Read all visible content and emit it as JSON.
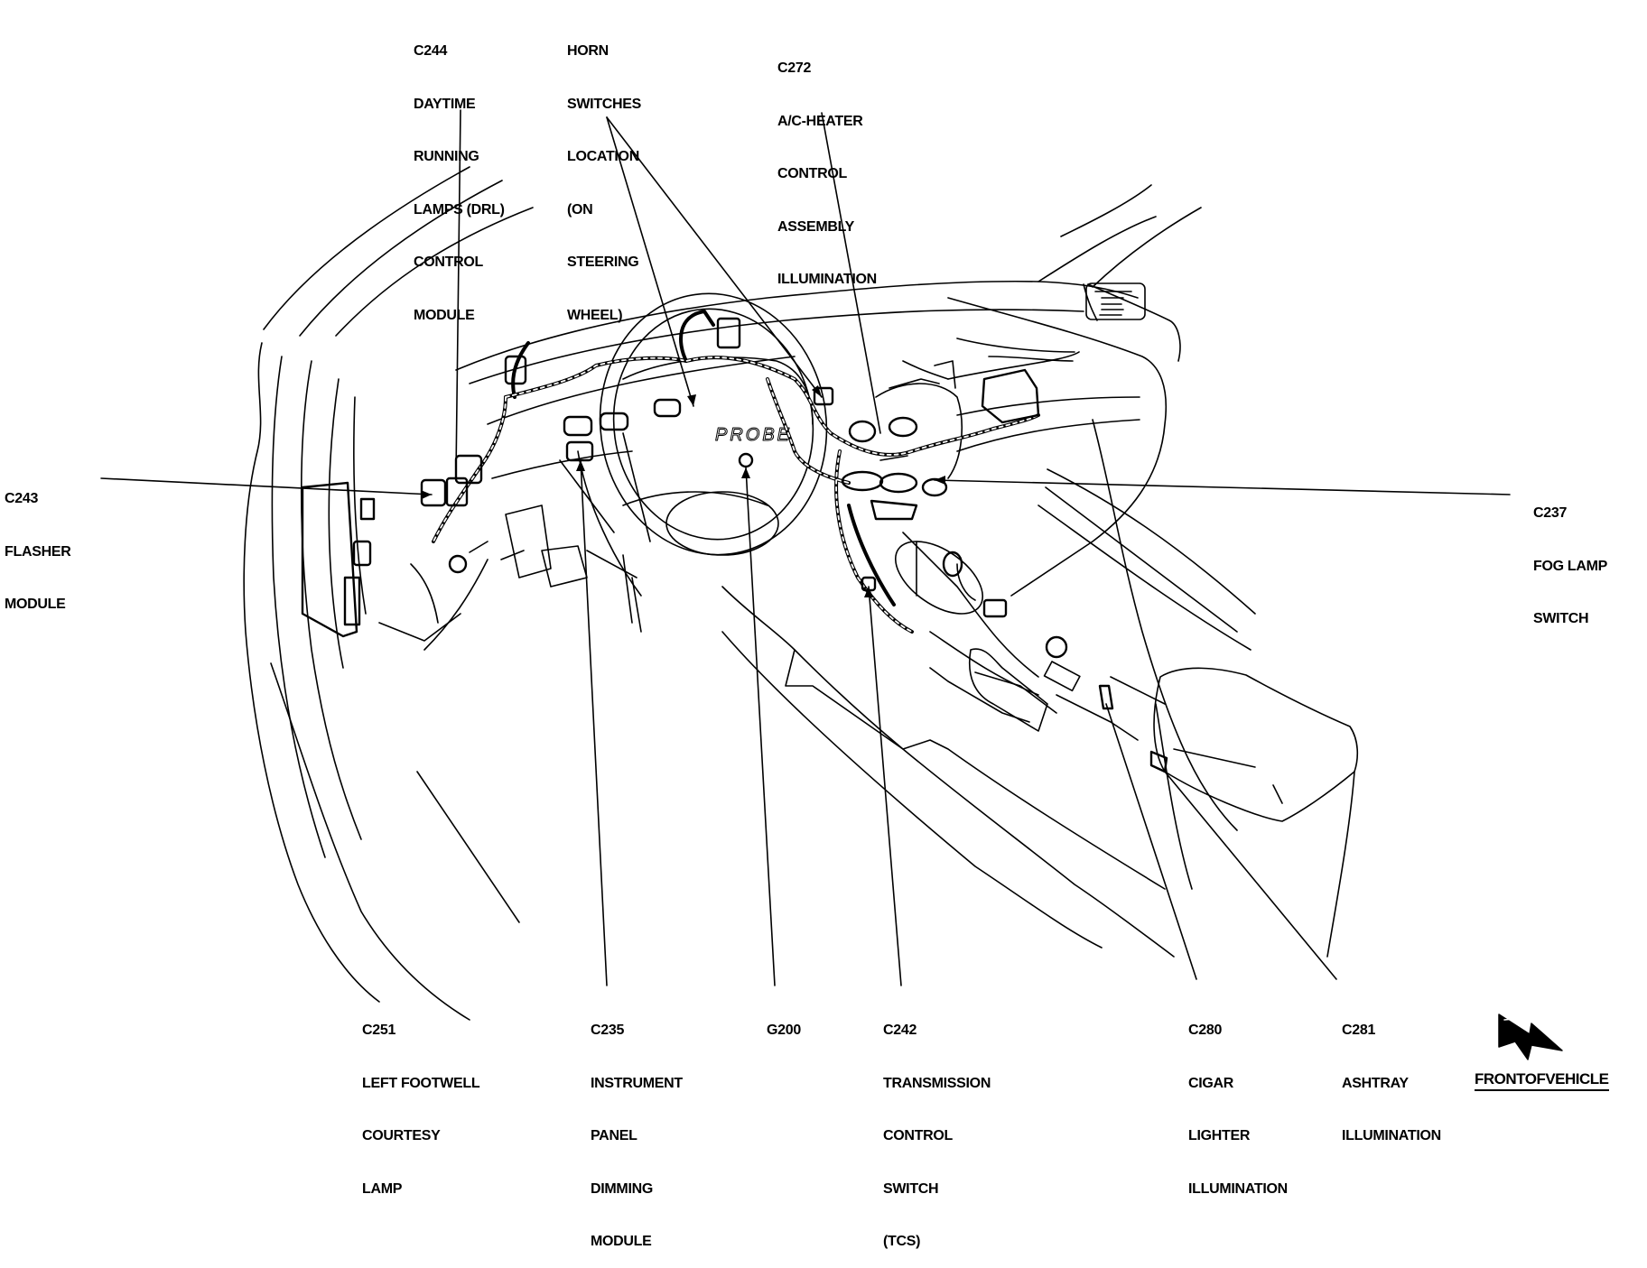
{
  "diagram": {
    "type": "component-location",
    "subject": "Instrument panel wiring harness and connector locations",
    "hub_emblem": "PROBE",
    "colors": {
      "ink": "#000000",
      "background": "#ffffff"
    },
    "callouts": [
      {
        "id": "c244",
        "lines": [
          "C244",
          "DAYTIME",
          "RUNNING",
          "LAMPS (DRL)",
          "CONTROL",
          "MODULE"
        ]
      },
      {
        "id": "horn",
        "lines": [
          "HORN",
          "SWITCHES",
          "LOCATION",
          "(ON",
          "STEERING",
          "WHEEL)"
        ]
      },
      {
        "id": "c272",
        "lines": [
          "C272",
          "A/C-HEATER",
          "CONTROL",
          "ASSEMBLY",
          "ILLUMINATION"
        ]
      },
      {
        "id": "c243",
        "lines": [
          "C243",
          "FLASHER",
          "MODULE"
        ]
      },
      {
        "id": "c237",
        "lines": [
          "C237",
          "FOG LAMP",
          "SWITCH"
        ]
      },
      {
        "id": "c251",
        "lines": [
          "C251",
          "LEFT FOOTWELL",
          "COURTESY",
          "LAMP"
        ]
      },
      {
        "id": "c235",
        "lines": [
          "C235",
          "INSTRUMENT",
          "PANEL",
          "DIMMING",
          "MODULE"
        ]
      },
      {
        "id": "g200",
        "lines": [
          "G200"
        ]
      },
      {
        "id": "c242",
        "lines": [
          "C242",
          "TRANSMISSION",
          "CONTROL",
          "SWITCH",
          "(TCS)"
        ]
      },
      {
        "id": "c280",
        "lines": [
          "C280",
          "CIGAR",
          "LIGHTER",
          "ILLUMINATION"
        ]
      },
      {
        "id": "c281",
        "lines": [
          "C281",
          "ASHTRAY",
          "ILLUMINATION"
        ]
      }
    ],
    "orientation": {
      "icon": "front-arrow-icon",
      "label": "FRONTOFVEHICLE"
    }
  }
}
